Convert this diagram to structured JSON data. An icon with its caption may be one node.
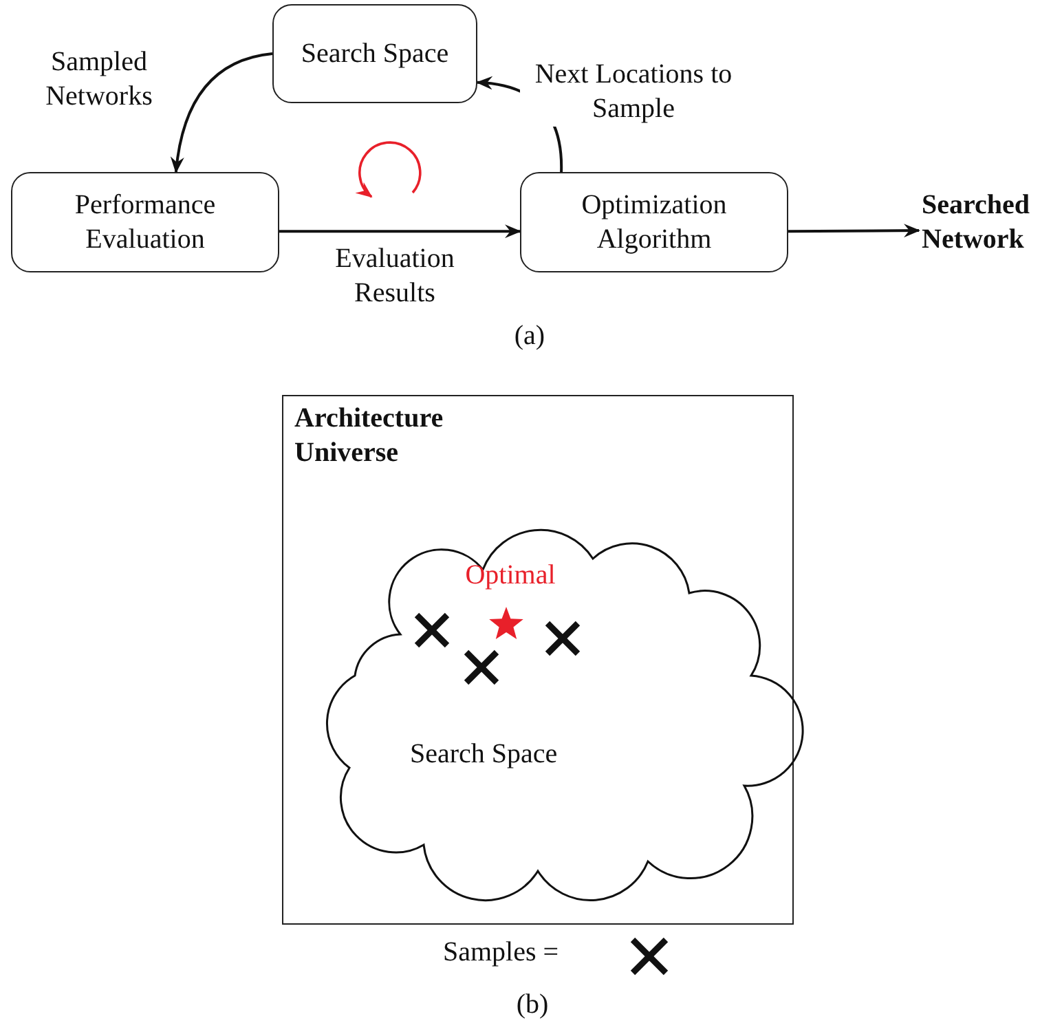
{
  "diagram": {
    "nodes": [
      {
        "text": [
          "Search Space"
        ]
      },
      {
        "text": [
          "Performance Evaluation"
        ]
      },
      {
        "text": [
          "Optimization Algorithm"
        ]
      },
      {
        "text": [
          "Searched Network"
        ]
      },
      {
        "text": [
          "Architecture Universe"
        ]
      },
      {
        "text": [
          "Search Space"
        ],
        "in": 4
      }
    ],
    "edges": [
      {
        "from": 0,
        "to": 1,
        "arrow": "to",
        "label": "Sampled Networks"
      },
      {
        "from": 1,
        "to": 2,
        "arrow": "to",
        "label": "Evaluation Results"
      },
      {
        "from": 2,
        "to": 0,
        "arrow": "to",
        "label": "Next Locations to Sample"
      },
      {
        "from": 2,
        "to": 3,
        "arrow": "to"
      }
    ],
    "labels": [
      "(a)",
      "Optimal",
      "(b)"
    ],
    "legend": [
      {
        "text": "Samples ="
      }
    ]
  }
}
